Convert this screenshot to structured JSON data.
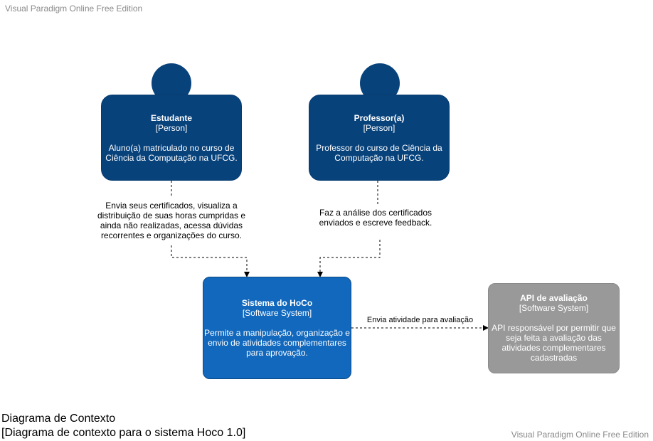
{
  "watermark": {
    "top": "Visual Paradigm Online Free Edition",
    "bottom": "Visual Paradigm Online Free Edition"
  },
  "nodes": {
    "estudante": {
      "name": "Estudante",
      "type": "[Person]",
      "desc": "Aluno(a) matriculado no curso de Ciência da Computação na UFCG."
    },
    "professor": {
      "name": "Professor(a)",
      "type": "[Person]",
      "desc": "Professor do curso de Ciência da Computação na UFCG."
    },
    "sistema": {
      "name": "Sistema do HoCo",
      "type": "[Software System]",
      "desc": "Permite a manipulação, organização e envio de atividades complementares para aprovação."
    },
    "api": {
      "name": "API de avaliação",
      "type": "[Software System]",
      "desc": "API responsável por permitir que seja feita a avaliação das atividades complementares cadastradas"
    }
  },
  "edges": {
    "estudante_sistema": "Envia seus certificados, visualiza a distribuição de suas horas cumpridas e ainda não realizadas, acessa dúvidas recorrentes e organizações do curso.",
    "professor_sistema": "Faz a análise dos certificados enviados e escreve feedback.",
    "sistema_api": "Envia atividade para avaliação"
  },
  "caption": {
    "title": "Diagrama de Contexto",
    "subtitle": "[Diagrama de contexto para o sistema Hoco 1.0]"
  },
  "colors": {
    "person": "#08427b",
    "system": "#1168bd",
    "external": "#999999",
    "edge": "#000000"
  }
}
